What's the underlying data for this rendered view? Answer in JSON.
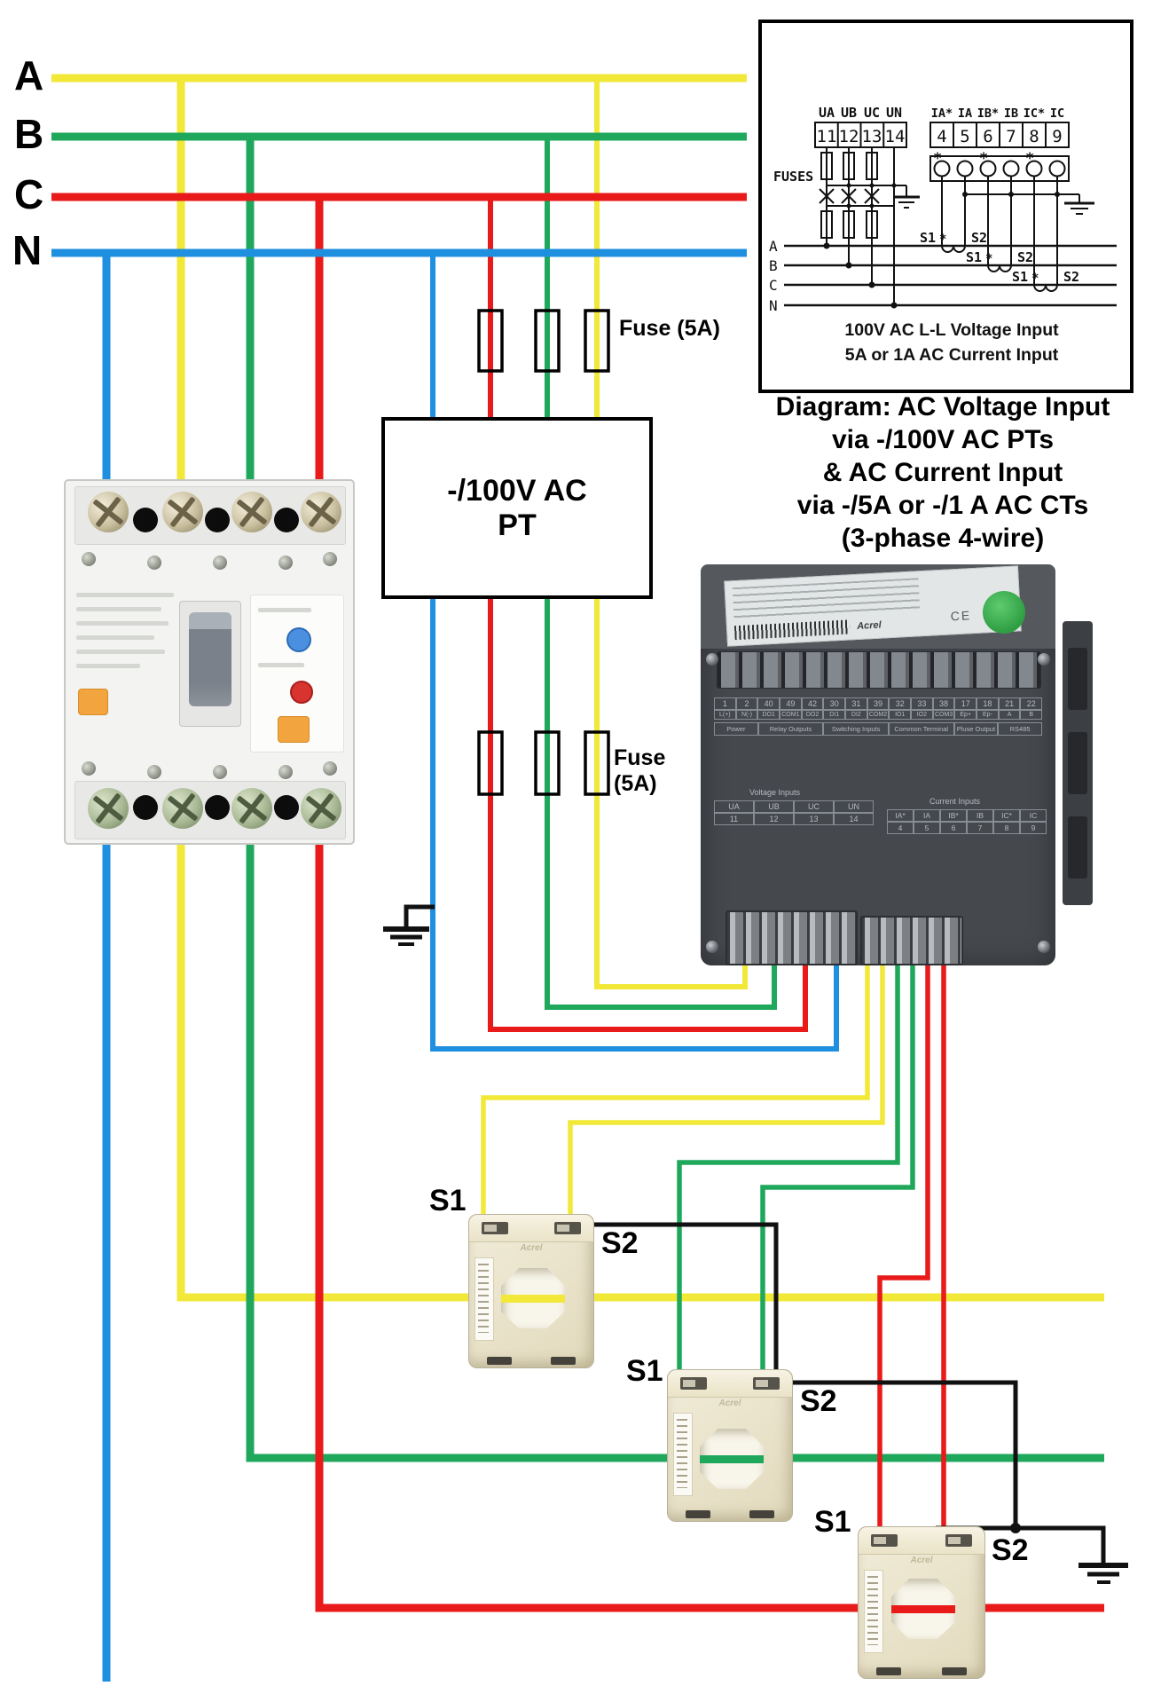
{
  "colors": {
    "phase_a": "#f2e838",
    "phase_b": "#1fa85c",
    "phase_c": "#e81a1a",
    "neutral": "#1f8fe0",
    "wire_black": "#111111"
  },
  "phases": {
    "a": "A",
    "b": "B",
    "c": "C",
    "n": "N"
  },
  "pt_label": "-/100V AC\nPT",
  "fuse_top": "Fuse (5A)",
  "fuse_bottom": "Fuse\n(5A)",
  "title": "Diagram: AC Voltage Input\nvia -/100V AC PTs\n& AC Current Input\nvia -/5A or -/1 A AC CTs\n(3-phase 4-wire)",
  "inset": {
    "fuses_label": "FUSES",
    "voltage_terminal_labels": [
      "UA",
      "UB",
      "UC",
      "UN"
    ],
    "voltage_terminals": [
      "11",
      "12",
      "13",
      "14"
    ],
    "current_terminal_labels": [
      "IA*",
      "IA",
      "IB*",
      "IB",
      "IC*",
      "IC"
    ],
    "current_terminals": [
      "4",
      "5",
      "6",
      "7",
      "8",
      "9"
    ],
    "bus_labels": [
      "A",
      "B",
      "C",
      "N"
    ],
    "s1": "S1",
    "s2": "S2",
    "caption_line1": "100V AC L-L Voltage Input",
    "caption_line2": "5A or 1A AC Current Input"
  },
  "meter": {
    "brand": "Acrel",
    "ce_mark": "CE",
    "top_table": [
      [
        "1",
        "2",
        "40",
        "49",
        "42",
        "30",
        "31",
        "39",
        "32",
        "33",
        "38",
        "17",
        "18",
        "21",
        "22"
      ],
      [
        "L(+)",
        "N(-)",
        "DO1",
        "COM1",
        "DO2",
        "DI1",
        "DI2",
        "COM2",
        "IO1",
        "IO2",
        "COM3",
        "Ep+",
        "Ep-",
        "A",
        "B"
      ]
    ],
    "groups": [
      "Power",
      "Relay Outputs",
      "Switching Inputs",
      "Common Terminal",
      "Pluse Output",
      "RS485"
    ],
    "voltage_title": "Voltage Inputs",
    "voltage_rows": [
      [
        "UA",
        "UB",
        "UC",
        "UN"
      ],
      [
        "11",
        "12",
        "13",
        "14"
      ]
    ],
    "current_title": "Current Inputs",
    "current_rows": [
      [
        "IA*",
        "IA",
        "IB*",
        "IB",
        "IC*",
        "IC"
      ],
      [
        "4",
        "5",
        "6",
        "7",
        "8",
        "9"
      ]
    ]
  },
  "ct": {
    "brand": "Acrel",
    "s1": "S1",
    "s2": "S2"
  }
}
